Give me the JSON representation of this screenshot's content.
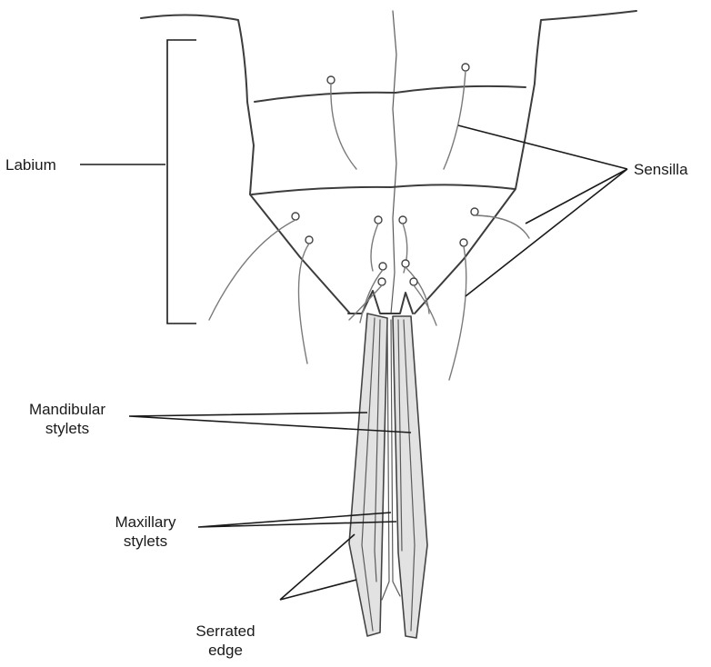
{
  "labels": {
    "labium": "Labium",
    "sensilla": "Sensilla",
    "mandibular": "Mandibular\nstylets",
    "maxillary": "Maxillary\nstylets",
    "serrated": "Serrated\nedge"
  },
  "colors": {
    "line": "#3c3c3c",
    "stylet_fill": "#e2e2e2",
    "text": "#1a1a1a"
  }
}
